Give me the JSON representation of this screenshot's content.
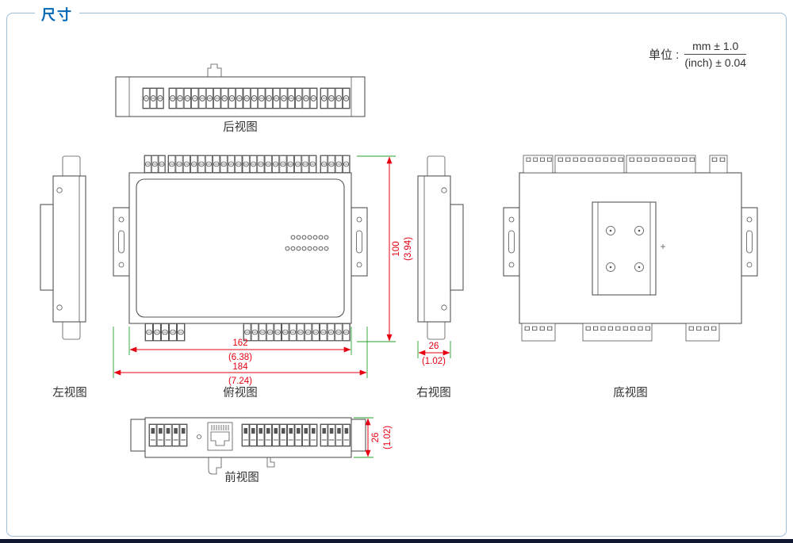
{
  "page": {
    "title": "尺寸",
    "unit": {
      "label": "单位 :",
      "numerator": "mm ± 1.0",
      "denominator": "(inch) ± 0.04"
    }
  },
  "views": {
    "rear": {
      "label": "后视图"
    },
    "left": {
      "label": "左视图"
    },
    "top": {
      "label": "俯视图"
    },
    "right": {
      "label": "右视图"
    },
    "bottom": {
      "label": "底视图"
    },
    "front": {
      "label": "前视图"
    }
  },
  "dims": {
    "body_width": {
      "mm": "162",
      "inch": "(6.38)"
    },
    "overall_width": {
      "mm": "184",
      "inch": "(7.24)"
    },
    "body_height": {
      "mm": "100",
      "inch": "(3.94)"
    },
    "side_depth": {
      "mm": "26",
      "inch": "(1.02)"
    },
    "front_height": {
      "mm": "26",
      "inch": "(1.02)"
    }
  },
  "colors": {
    "accent_blue": "#0068b7",
    "dimension_red": "#e60012",
    "extension_green": "#27a02e",
    "drawing_line": "#555555",
    "frame_border": "#9fbcd4",
    "footer_bar": "#101830"
  }
}
